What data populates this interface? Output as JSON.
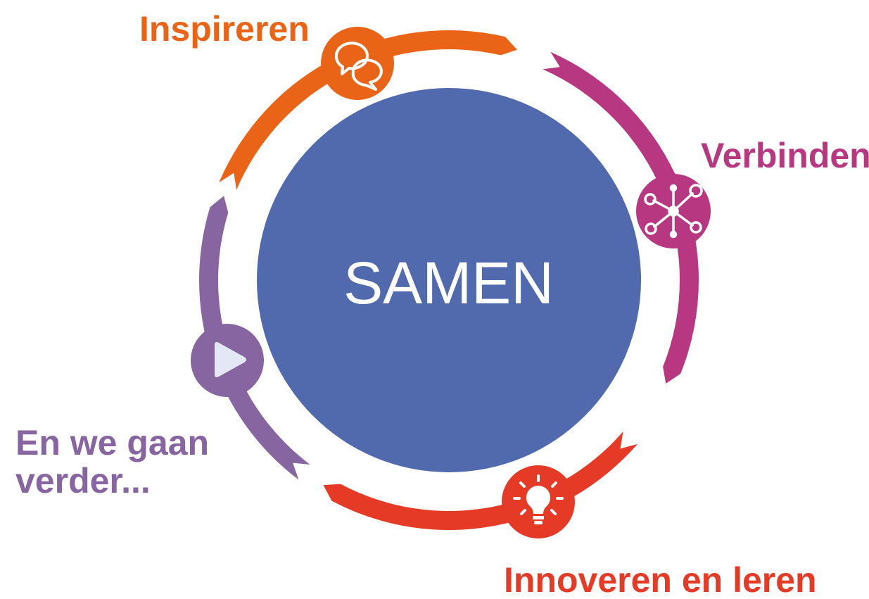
{
  "center": {
    "label": "SAMEN"
  },
  "steps": [
    {
      "label": "Inspireren",
      "color": "#EA6417",
      "icon": "chat-bubbles-icon"
    },
    {
      "label": "Verbinden",
      "color": "#B73880",
      "icon": "network-nodes-icon"
    },
    {
      "label": "Innoveren en leren",
      "color": "#E53A25",
      "icon": "lightbulb-icon"
    },
    {
      "label": "En we gaan verder...",
      "color": "#8665A0",
      "icon": "play-icon"
    }
  ],
  "colors": {
    "center_fill": "#516AAE",
    "icon_glyph": "#ffffff",
    "play_glyph": "#E4E8F6"
  }
}
